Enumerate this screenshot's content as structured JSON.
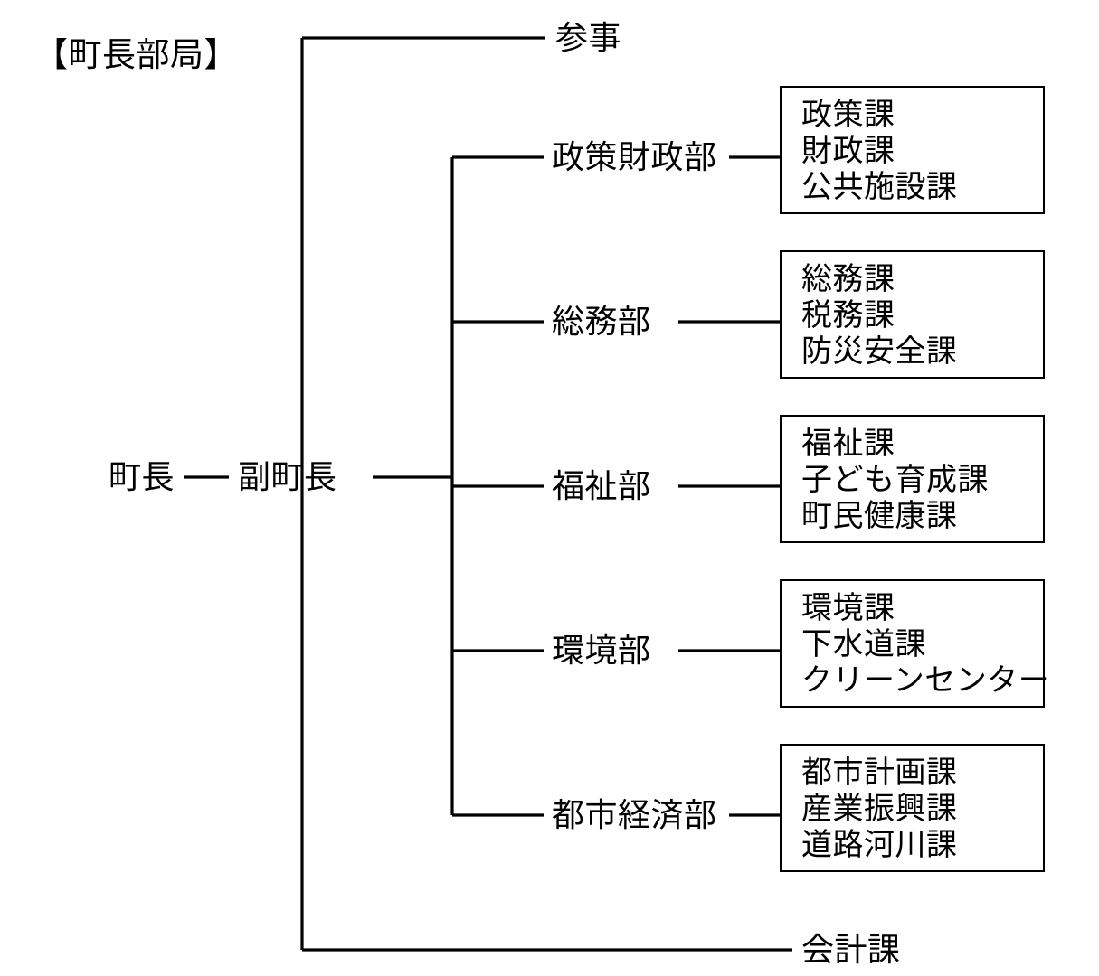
{
  "title": "【町長部局】",
  "root": {
    "mayor": "町長",
    "deputy_mayor": "副町長"
  },
  "direct_nodes": {
    "top": "参事",
    "bottom": "会計課"
  },
  "departments": [
    {
      "name": "政策財政部",
      "sections": [
        "政策課",
        "財政課",
        "公共施設課"
      ]
    },
    {
      "name": "総務部",
      "sections": [
        "総務課",
        "税務課",
        "防災安全課"
      ]
    },
    {
      "name": "福祉部",
      "sections": [
        "福祉課",
        "子ども育成課",
        "町民健康課"
      ]
    },
    {
      "name": "環境部",
      "sections": [
        "環境課",
        "下水道課",
        "クリーンセンター"
      ]
    },
    {
      "name": "都市経済部",
      "sections": [
        "都市計画課",
        "産業振興課",
        "道路河川課"
      ]
    }
  ],
  "colors": {
    "line": "#000000",
    "text": "#000000",
    "background": "#ffffff"
  }
}
